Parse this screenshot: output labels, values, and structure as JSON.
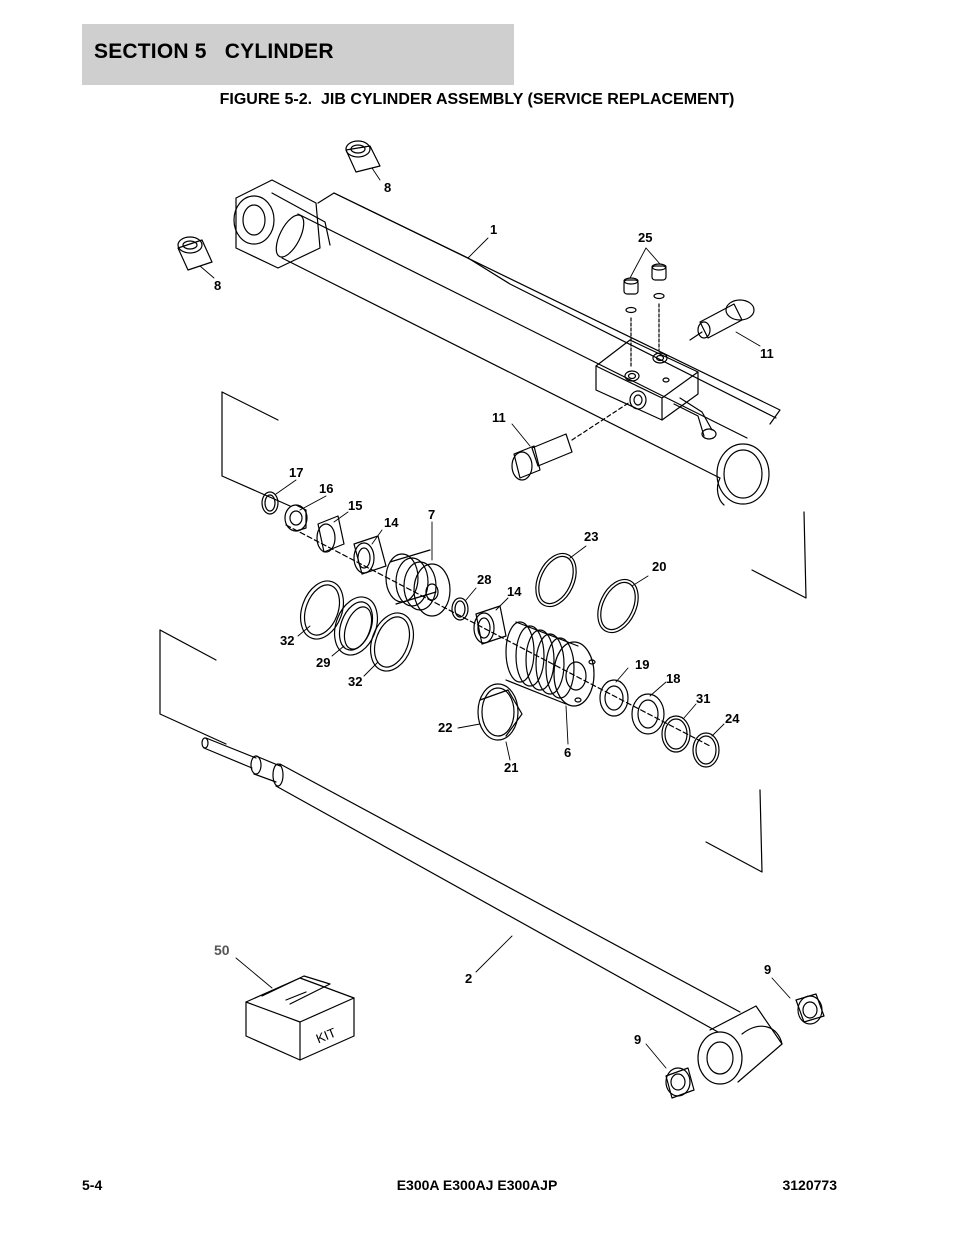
{
  "header": {
    "section_title": "SECTION 5   CYLINDER",
    "figure_title": "FIGURE 5-2.  JIB CYLINDER ASSEMBLY (SERVICE REPLACEMENT)"
  },
  "callouts": {
    "c1": "1",
    "c2": "2",
    "c6": "6",
    "c7": "7",
    "c8a": "8",
    "c8b": "8",
    "c9a": "9",
    "c9b": "9",
    "c11a": "11",
    "c11b": "11",
    "c14a": "14",
    "c14b": "14",
    "c15": "15",
    "c16": "16",
    "c17": "17",
    "c18": "18",
    "c19": "19",
    "c20": "20",
    "c21": "21",
    "c22": "22",
    "c23": "23",
    "c24": "24",
    "c25": "25",
    "c28": "28",
    "c29": "29",
    "c31": "31",
    "c32a": "32",
    "c32b": "32",
    "c50": "50"
  },
  "kit_label": "KIT",
  "footer": {
    "page_number": "5-4",
    "models": "E300A E300AJ E300AJP",
    "doc_number": "3120773"
  }
}
